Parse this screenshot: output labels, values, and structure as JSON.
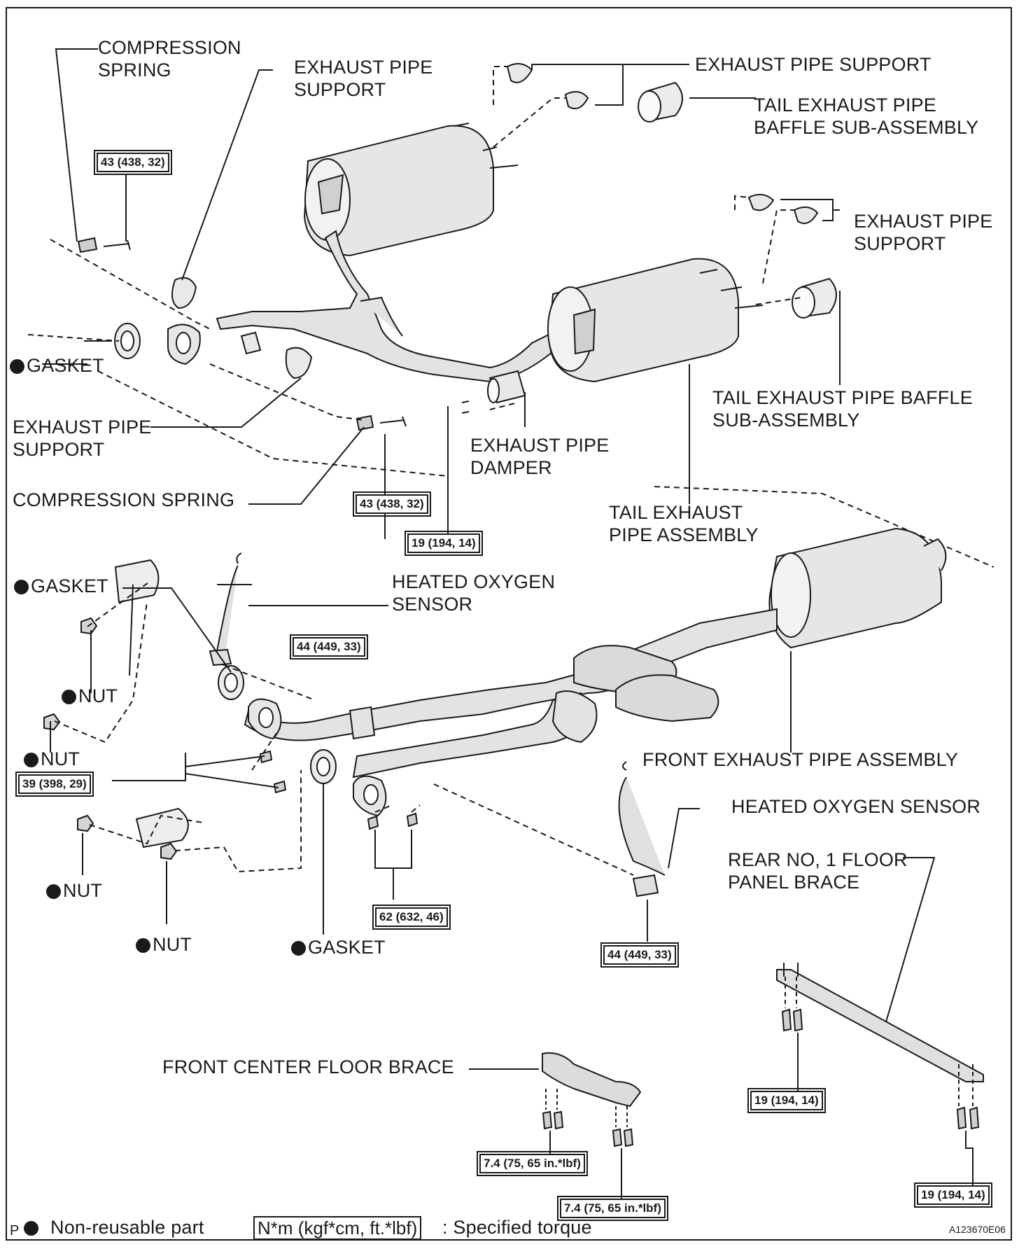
{
  "labels": {
    "compression_spring_top": "COMPRESSION\nSPRING",
    "exhaust_pipe_support_left_top": "EXHAUST PIPE\nSUPPORT",
    "exhaust_pipe_support_top_right": "EXHAUST PIPE SUPPORT",
    "tail_baffle_top": "TAIL EXHAUST PIPE\nBAFFLE SUB-ASSEMBLY",
    "exhaust_pipe_support_right": "EXHAUST PIPE\nSUPPORT",
    "gasket_rear": "GASKET",
    "tail_baffle_right": "TAIL EXHAUST PIPE BAFFLE\nSUB-ASSEMBLY",
    "exhaust_pipe_support_left_mid": "EXHAUST PIPE\nSUPPORT",
    "exhaust_pipe_damper": "EXHAUST PIPE\nDAMPER",
    "compression_spring_mid": "COMPRESSION SPRING",
    "tail_exhaust_pipe_assembly": "TAIL EXHAUST\nPIPE ASSEMBLY",
    "gasket_front_upper": "GASKET",
    "heated_oxygen_sensor_top": "HEATED OXYGEN\nSENSOR",
    "nut_1": "NUT",
    "nut_2": "NUT",
    "front_exhaust_pipe_assembly": "FRONT EXHAUST PIPE ASSEMBLY",
    "heated_oxygen_sensor_right": "HEATED OXYGEN SENSOR",
    "rear_floor_panel_brace": "REAR NO, 1 FLOOR\nPANEL BRACE",
    "nut_3": "NUT",
    "nut_4": "NUT",
    "gasket_front_lower": "GASKET",
    "front_center_floor_brace": "FRONT CENTER FLOOR BRACE"
  },
  "torques": {
    "t_43_a": "43 (438, 32)",
    "t_43_b": "43 (438, 32)",
    "t_19_a": "19 (194, 14)",
    "t_44_a": "44 (449, 33)",
    "t_39": "39 (398, 29)",
    "t_62": "62 (632, 46)",
    "t_44_b": "44 (449, 33)",
    "t_19_b": "19 (194, 14)",
    "t_19_c": "19 (194, 14)",
    "t_74_a": "7.4 (75, 65 in.*lbf)",
    "t_74_b": "7.4 (75, 65 in.*lbf)"
  },
  "legend": {
    "p_mark": "P",
    "non_reusable": "Non-reusable part",
    "torque_unit": "N*m (kgf*cm, ft.*lbf)",
    "torque_desc": ": Specified torque",
    "figure_code": "A123670E06"
  },
  "icons": {
    "non_reusable_mark": "filled-circle",
    "parts": [
      "muffler",
      "pipe",
      "gasket",
      "bolt",
      "nut",
      "spring",
      "sensor",
      "brace",
      "catalytic-converter"
    ]
  },
  "colors": {
    "ink": "#1a1a1a",
    "background": "#ffffff",
    "part_fill": "#e4e4e4"
  }
}
